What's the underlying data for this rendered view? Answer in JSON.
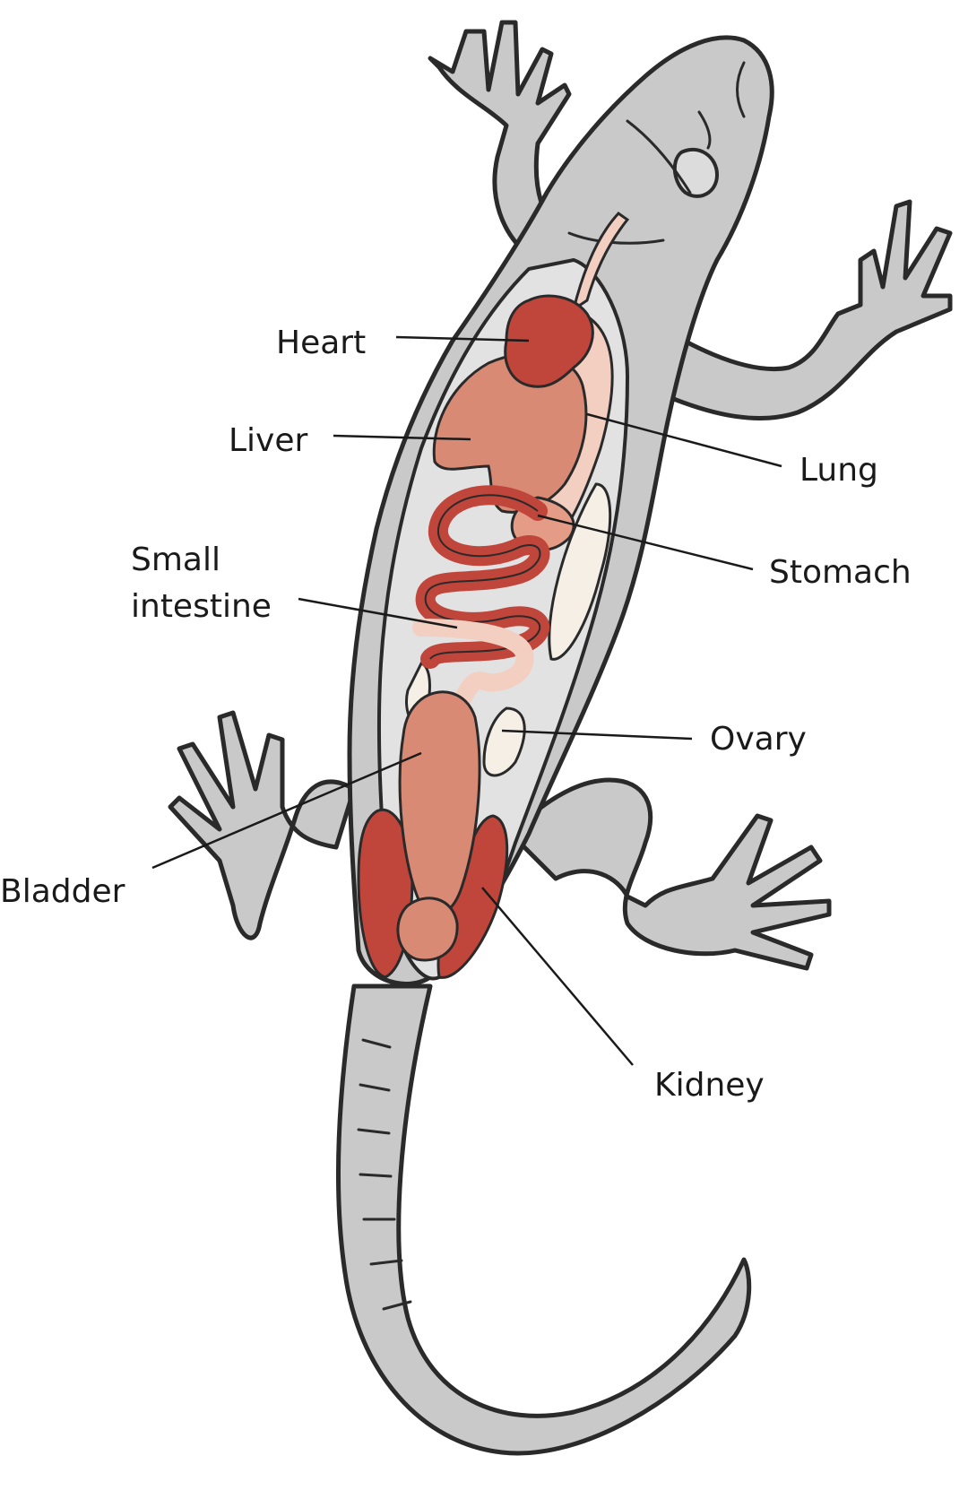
{
  "labels": {
    "heart": "Heart",
    "liver": "Liver",
    "lung": "Lung",
    "stomach": "Stomach",
    "small_intestine_line1": "Small",
    "small_intestine_line2": "intestine",
    "ovary": "Ovary",
    "bladder": "Bladder",
    "kidney": "Kidney"
  },
  "colors": {
    "skin": "#c9c9c9",
    "heart": "#c0453a",
    "liver": "#d98a74",
    "lung": "#f3cfc2",
    "stomach": "#e59c86",
    "intestine": "#c0453a",
    "kidney": "#c0453a",
    "bladder": "#d98a74",
    "ovary": "#f5efe6"
  }
}
